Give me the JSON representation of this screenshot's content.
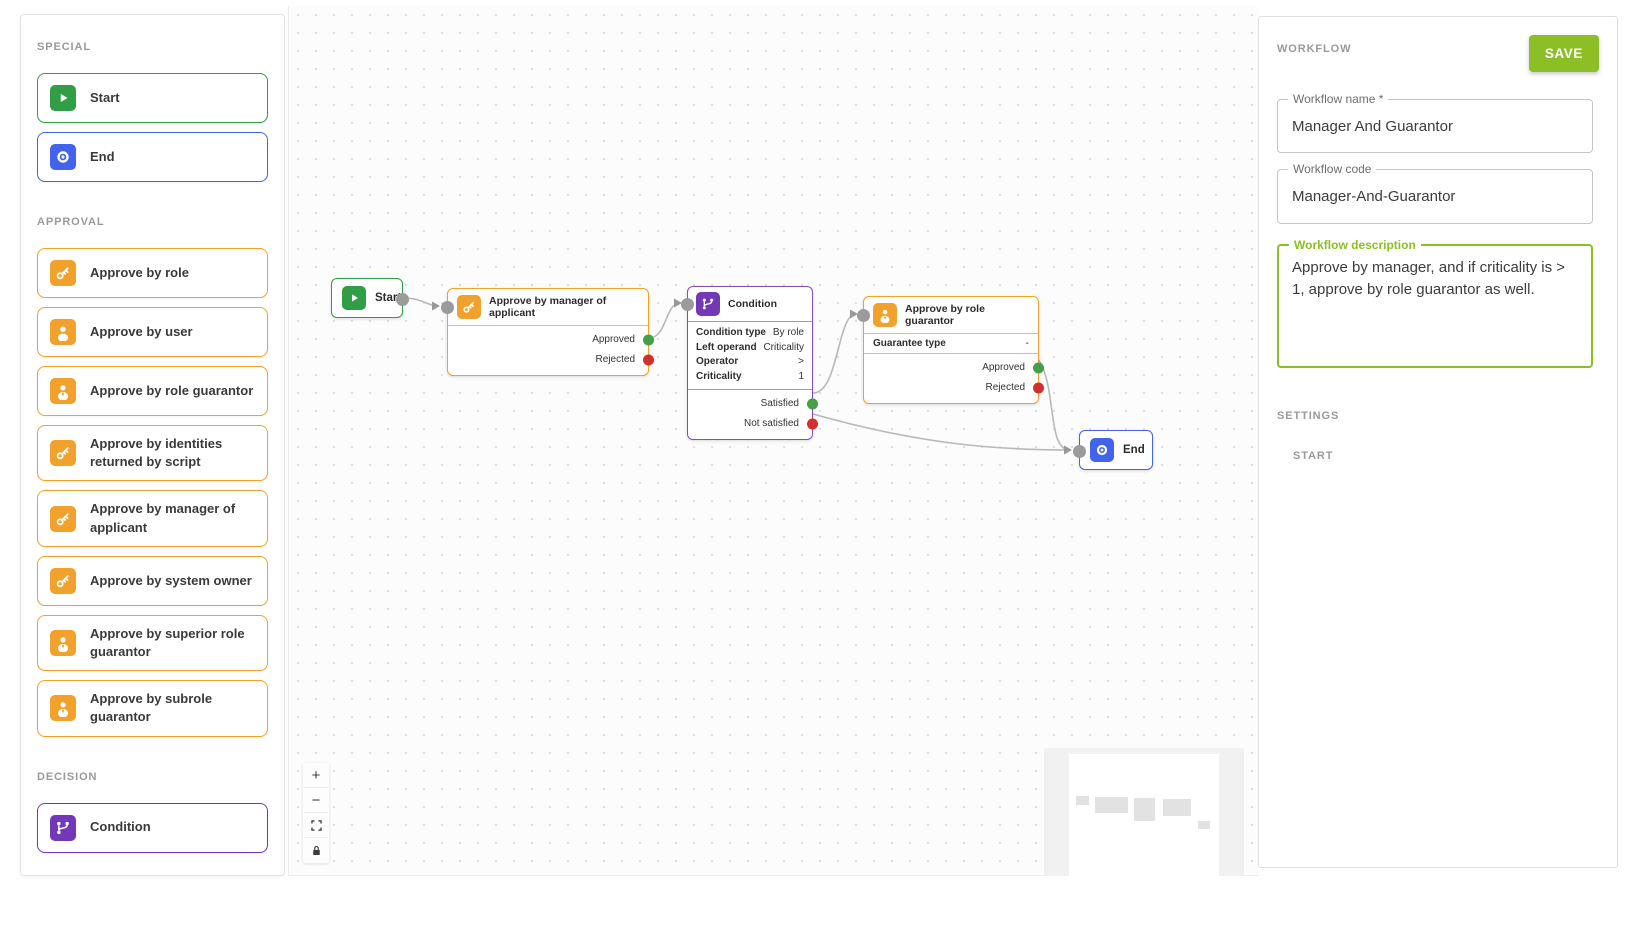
{
  "colors": {
    "start_green": "#2F9E44",
    "end_blue": "#4263EB",
    "approval_orange": "#F2A12C",
    "decision_purple": "#7338B8",
    "save_green": "#8CBF26",
    "port_green": "#43A047",
    "port_red": "#D32F2F"
  },
  "sidebar": {
    "special_label": "SPECIAL",
    "approval_label": "APPROVAL",
    "decision_label": "DECISION",
    "items": {
      "start": "Start",
      "end": "End",
      "approve_by_role": "Approve by role",
      "approve_by_user": "Approve by user",
      "approve_by_role_guarantor": "Approve by role guarantor",
      "approve_by_identities": "Approve by identities returned by script",
      "approve_by_manager": "Approve by manager of applicant",
      "approve_by_system_owner": "Approve by system owner",
      "approve_by_superior_role_guarantor": "Approve by superior role guarantor",
      "approve_by_subrole_guarantor": "Approve by subrole guarantor",
      "condition": "Condition"
    }
  },
  "canvas": {
    "nodes": {
      "start": {
        "title": "Start"
      },
      "manager": {
        "title": "Approve by manager of applicant",
        "outputs": {
          "approved": "Approved",
          "rejected": "Rejected"
        }
      },
      "condition": {
        "title": "Condition",
        "props": [
          {
            "label": "Condition type",
            "value": "By role"
          },
          {
            "label": "Left operand",
            "value": "Criticality"
          },
          {
            "label": "Operator",
            "value": ">"
          },
          {
            "label": "Criticality",
            "value": "1"
          }
        ],
        "outputs": {
          "satisfied": "Satisfied",
          "not_satisfied": "Not satisfied"
        }
      },
      "guarantor": {
        "title": "Approve by role guarantor",
        "props": [
          {
            "label": "Guarantee type",
            "value": "-"
          }
        ],
        "outputs": {
          "approved": "Approved",
          "rejected": "Rejected"
        }
      },
      "end": {
        "title": "End"
      }
    },
    "controls": {
      "zoom_in": "+",
      "zoom_out": "−"
    }
  },
  "panel": {
    "title": "WORKFLOW",
    "save_label": "SAVE",
    "fields": {
      "name": {
        "label": "Workflow name *",
        "value": "Manager And Guarantor"
      },
      "code": {
        "label": "Workflow code",
        "value": "Manager-And-Guarantor"
      },
      "description": {
        "label": "Workflow description",
        "value": "Approve by manager, and if criticality is > 1, approve by role guarantor as well."
      }
    },
    "settings_label": "SETTINGS",
    "start_label": "START"
  }
}
